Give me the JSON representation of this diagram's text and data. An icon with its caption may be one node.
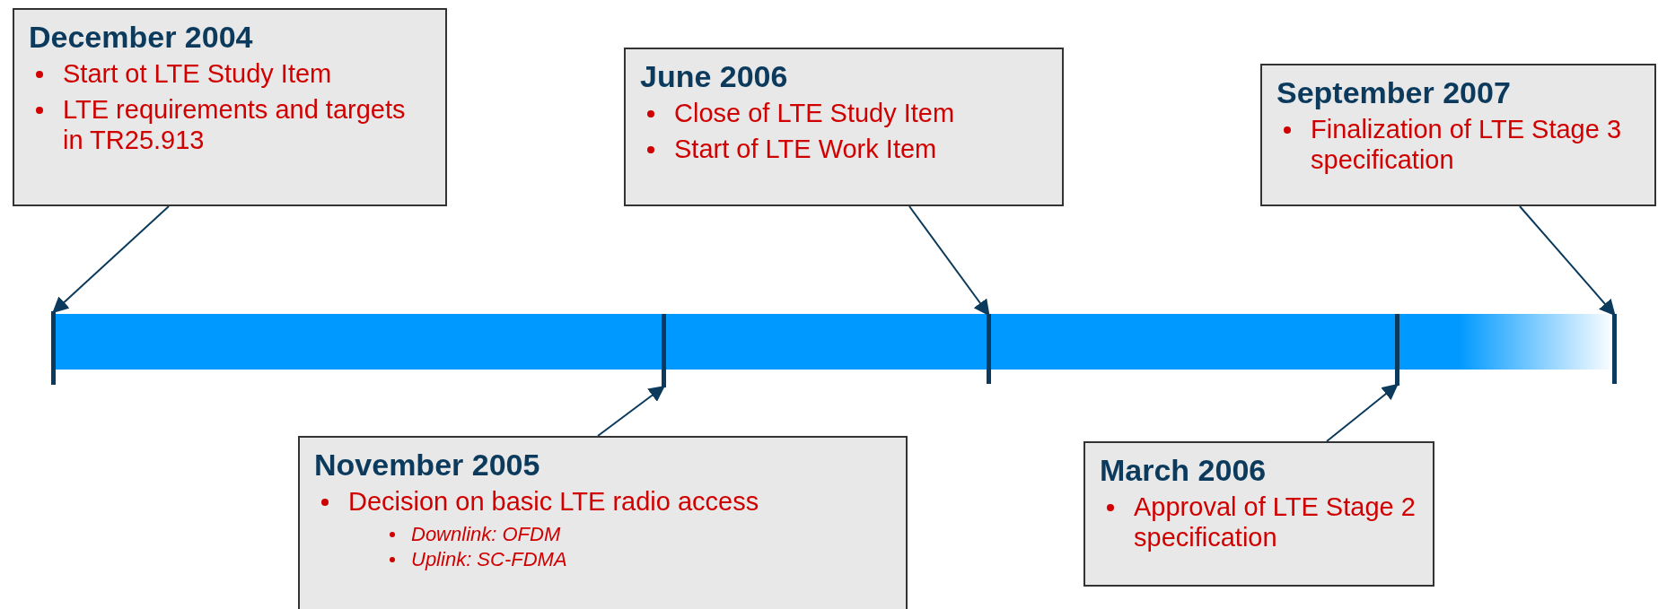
{
  "diagram": {
    "nodes": [
      {
        "text": [
          "December 2004",
          "Start ot LTE Study Item",
          "LTE requirements and targets in TR25.913"
        ]
      },
      {
        "text": [
          "June 2006",
          "Close of LTE Study Item",
          "Start of LTE Work Item"
        ]
      },
      {
        "text": [
          "September 2007",
          "Finalization of LTE Stage 3 specification"
        ]
      },
      {
        "text": [
          "November 2005",
          "Decision on basic LTE radio access",
          "Downlink: OFDM",
          "Uplink: SC-FDMA"
        ]
      },
      {
        "text": [
          "March 2006",
          "Approval of LTE Stage 2 specification"
        ]
      },
      {
        "text": [],
        "shape": "line"
      },
      {
        "text": [],
        "shape": "line"
      },
      {
        "text": [],
        "shape": "line"
      },
      {
        "text": [],
        "shape": "line"
      },
      {
        "text": [],
        "shape": "line"
      },
      {
        "text": [],
        "shape": "bar"
      }
    ],
    "edges": [
      {
        "from": 0,
        "to": 5,
        "arrow": "to"
      },
      {
        "from": 1,
        "to": 7,
        "arrow": "to"
      },
      {
        "from": 2,
        "to": 9,
        "arrow": "to"
      },
      {
        "from": 3,
        "to": 6,
        "arrow": "to"
      },
      {
        "from": 4,
        "to": 8,
        "arrow": "to"
      }
    ]
  }
}
